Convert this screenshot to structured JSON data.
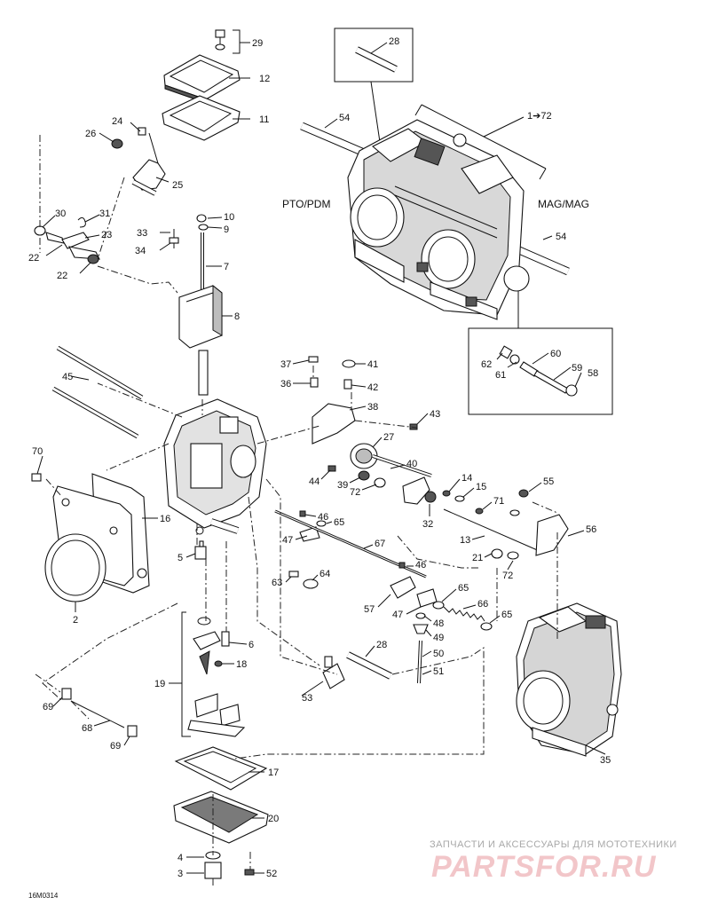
{
  "diagram": {
    "code": "16M0314",
    "side_labels": {
      "left": "PTO/PDM",
      "right": "MAG/MAG"
    },
    "assembly_range": "1➔72",
    "callouts": {
      "c29": "29",
      "c12": "12",
      "c11": "11",
      "c28a": "28",
      "c54a": "54",
      "c1to72": "1➔72",
      "c24": "24",
      "c26": "26",
      "c25": "25",
      "c30": "30",
      "c31": "31",
      "c23": "23",
      "c22a": "22",
      "c22b": "22",
      "c10": "10",
      "c9": "9",
      "c33": "33",
      "c34": "34",
      "c7": "7",
      "c8": "8",
      "c54b": "54",
      "c62": "62",
      "c60": "60",
      "c61": "61",
      "c59": "59",
      "c58": "58",
      "c45": "45",
      "c37": "37",
      "c41": "41",
      "c36": "36",
      "c42": "42",
      "c38": "38",
      "c43": "43",
      "c27": "27",
      "c70": "70",
      "c44": "44",
      "c39": "39",
      "c40": "40",
      "c72a": "72",
      "c14": "14",
      "c15": "15",
      "c55": "55",
      "c32": "32",
      "c71": "71",
      "c16": "16",
      "c46a": "46",
      "c65a": "65",
      "c13": "13",
      "c56": "56",
      "c47a": "47",
      "c67": "67",
      "c21": "21",
      "c72b": "72",
      "c5": "5",
      "c46b": "46",
      "c64": "64",
      "c63": "63",
      "c2": "2",
      "c65b": "65",
      "c57": "57",
      "c47b": "47",
      "c66": "66",
      "c65c": "65",
      "c48": "48",
      "c49": "49",
      "c6": "6",
      "c28b": "28",
      "c50": "50",
      "c18": "18",
      "c51": "51",
      "c19": "19",
      "c53": "53",
      "c69a": "69",
      "c68": "68",
      "c69b": "69",
      "c35": "35",
      "c17": "17",
      "c20": "20",
      "c4": "4",
      "c3": "3",
      "c52": "52"
    }
  },
  "watermark": {
    "line1": "ЗАПЧАСТИ И АКСЕССУАРЫ ДЛЯ МОТОТЕХНИКИ",
    "line2": "PARTSFOR.RU"
  }
}
